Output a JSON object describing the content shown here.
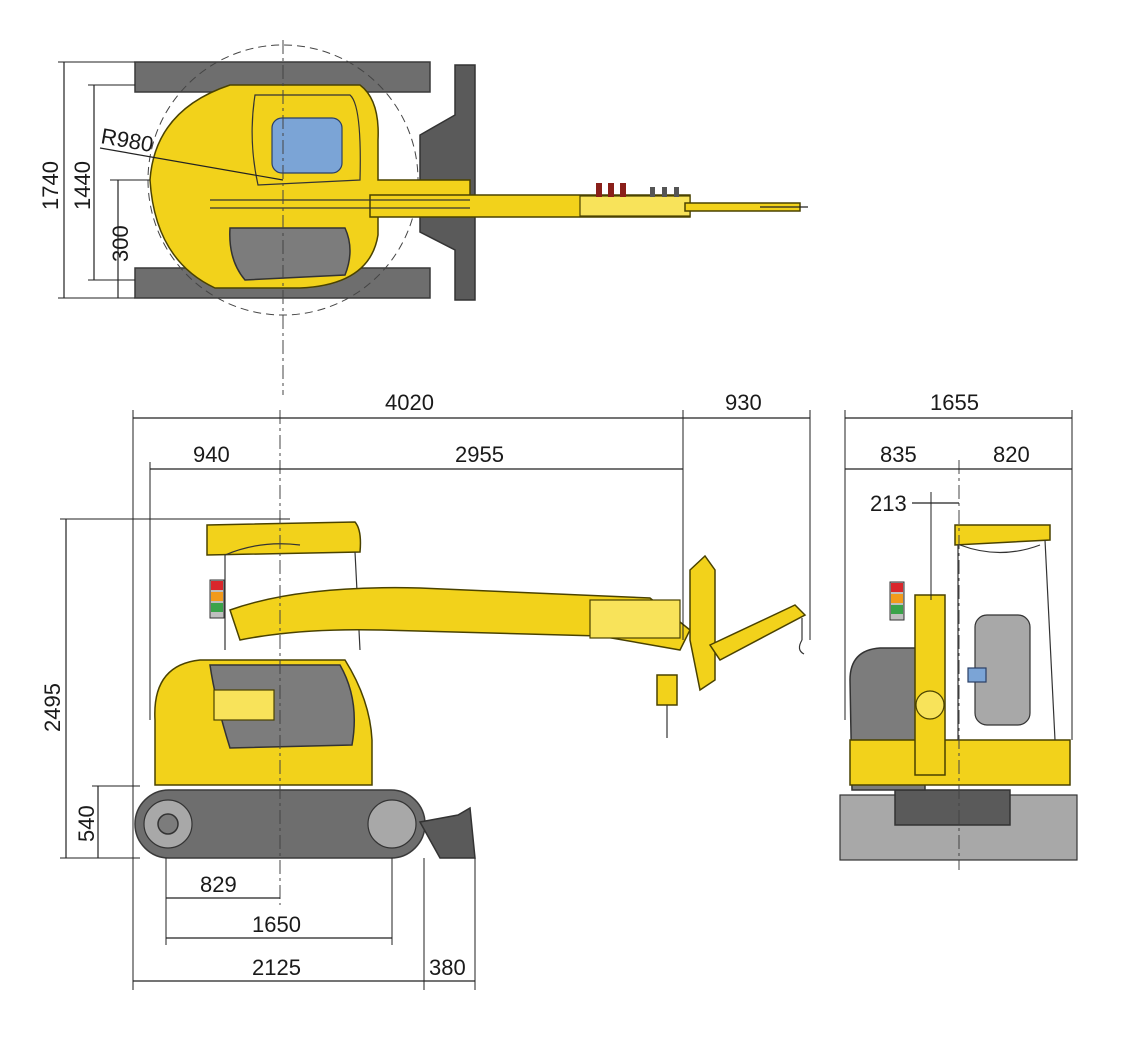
{
  "top_view": {
    "dim_width_outer": "1740",
    "dim_width_inner": "1440",
    "dim_track": "300",
    "dim_radius": "R980"
  },
  "side_view": {
    "dim_overall_length": "4020",
    "dim_hook_reach": "930",
    "dim_rear": "940",
    "dim_front": "2955",
    "dim_height": "2495",
    "dim_track_height": "540",
    "dim_tumbler_center": "829",
    "dim_tumbler_distance": "1650",
    "dim_track_length": "2125",
    "dim_blade": "380"
  },
  "front_view": {
    "dim_overall_width": "1655",
    "dim_left": "835",
    "dim_right": "820",
    "dim_offset": "213"
  },
  "colors": {
    "machine_yellow": "#f2d21b",
    "track_grey": "#6e6e6e",
    "glass_blue": "#7ba4d6",
    "beacon_red": "#d9262b",
    "beacon_orange": "#f29a1b",
    "beacon_green": "#3aa34a"
  }
}
